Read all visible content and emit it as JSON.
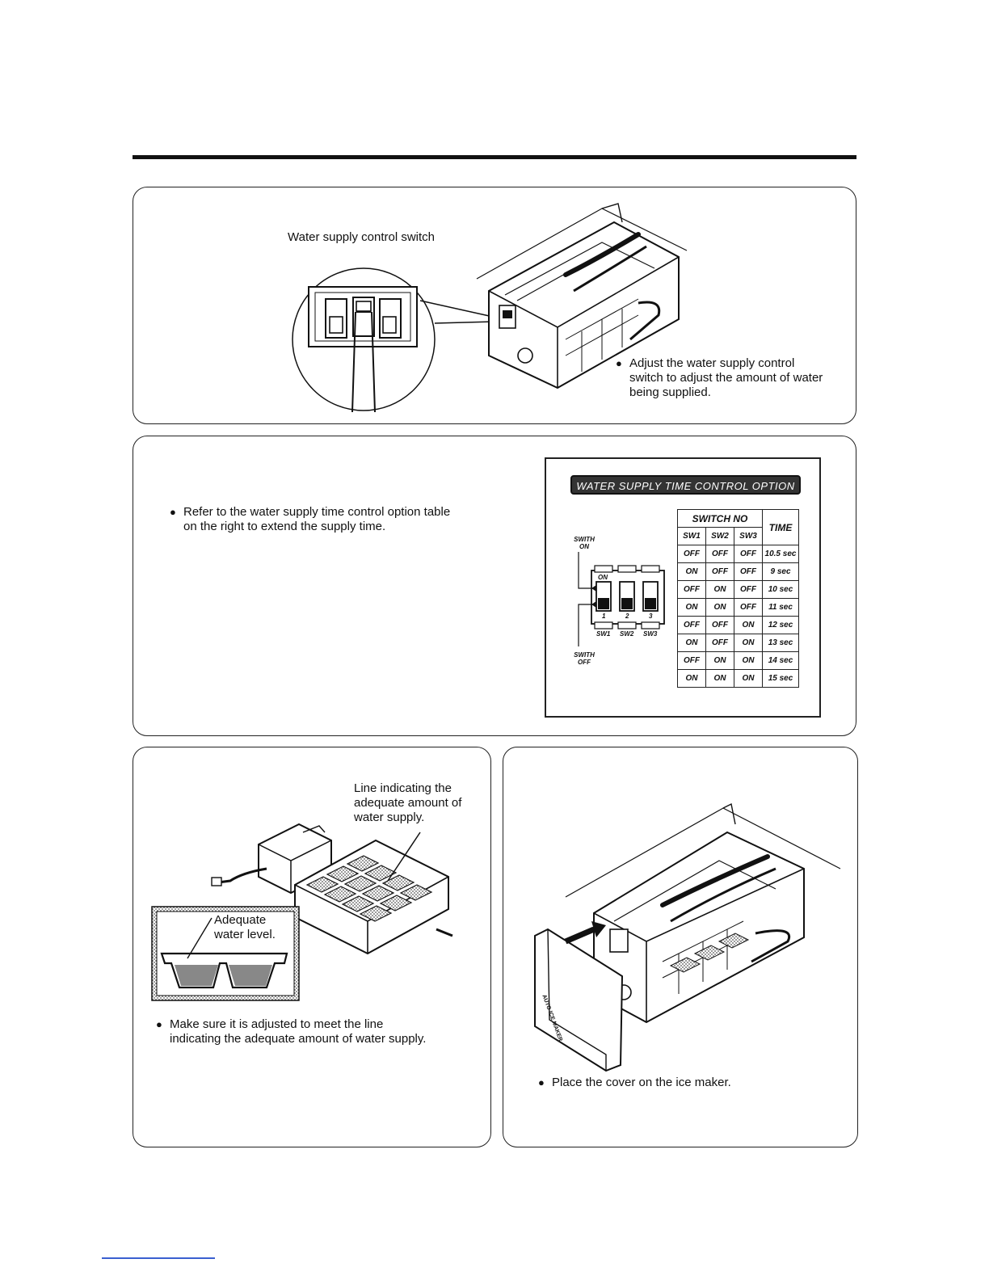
{
  "panel1": {
    "callout": "Water supply control switch",
    "note_lines": [
      "Adjust the water supply control",
      "switch to adjust the amount of water",
      "being supplied."
    ]
  },
  "panel2": {
    "note_lines": [
      "Refer to the water supply time control option table",
      "on the right to extend the supply time."
    ],
    "option_table": {
      "title": "WATER SUPPLY TIME CONTROL OPTION",
      "header_group": "SWITCH NO",
      "time_header": "TIME",
      "switch_headers": [
        "SW1",
        "SW2",
        "SW3"
      ],
      "rows": [
        {
          "sw1": "OFF",
          "sw2": "OFF",
          "sw3": "OFF",
          "time": "10.5 sec"
        },
        {
          "sw1": "ON",
          "sw2": "OFF",
          "sw3": "OFF",
          "time": "9 sec"
        },
        {
          "sw1": "OFF",
          "sw2": "ON",
          "sw3": "OFF",
          "time": "10 sec"
        },
        {
          "sw1": "ON",
          "sw2": "ON",
          "sw3": "OFF",
          "time": "11 sec"
        },
        {
          "sw1": "OFF",
          "sw2": "OFF",
          "sw3": "ON",
          "time": "12 sec"
        },
        {
          "sw1": "ON",
          "sw2": "OFF",
          "sw3": "ON",
          "time": "13 sec"
        },
        {
          "sw1": "OFF",
          "sw2": "ON",
          "sw3": "ON",
          "time": "14 sec"
        },
        {
          "sw1": "ON",
          "sw2": "ON",
          "sw3": "ON",
          "time": "15 sec"
        }
      ]
    },
    "dip": {
      "switch_on_lines": [
        "SWITH",
        "ON"
      ],
      "switch_off_lines": [
        "SWITH",
        "OFF"
      ],
      "on_marker": "ON",
      "numbers": [
        "1",
        "2",
        "3"
      ],
      "names": [
        "SW1",
        "SW2",
        "SW3"
      ]
    }
  },
  "panel3": {
    "callout_lines": [
      "Line indicating the",
      "adequate amount of",
      "water supply."
    ],
    "inset_lines": [
      "Adequate",
      "water level."
    ],
    "note_lines": [
      "Make sure it is adjusted to meet the line",
      "indicating the adequate amount of water supply."
    ]
  },
  "panel4": {
    "cover_text": "AUTO ICE MAKER",
    "note": "Place the cover on the ice maker."
  }
}
